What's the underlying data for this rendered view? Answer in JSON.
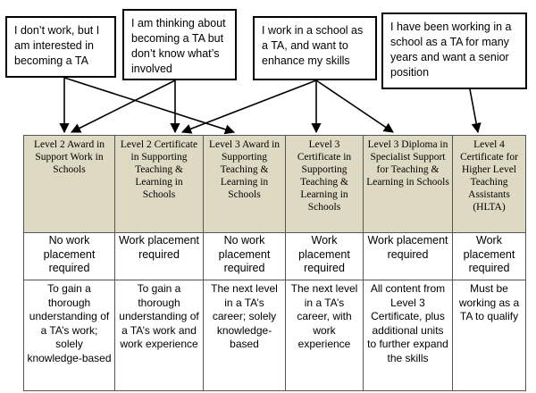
{
  "boxes": [
    {
      "text": "I don’t work, but I am interested in becoming a TA"
    },
    {
      "text": "I am thinking about becoming a TA but don’t know what’s involved"
    },
    {
      "text": "I work in a school as a TA, and want to enhance my skills"
    },
    {
      "text": "I have been working in a school as a TA for many years and want a senior position"
    }
  ],
  "columns": [
    {
      "level": "Level 2 Award in Support Work in Schools",
      "placement": "No work placement required",
      "description": "To gain a thorough understanding of a TA’s work; solely knowledge-based"
    },
    {
      "level": "Level 2 Certificate in Supporting Teaching & Learning in Schools",
      "placement": "Work placement required",
      "description": "To gain a thorough understanding of a TA’s work and work experience"
    },
    {
      "level": "Level 3 Award in Supporting Teaching & Learning in Schools",
      "placement": "No work placement required",
      "description": "The next level in a TA’s career; solely knowledge-based"
    },
    {
      "level": "Level 3 Certificate in Supporting Teaching & Learning in Schools",
      "placement": "Work placement required",
      "description": "The next level in a TA’s career, with work experience"
    },
    {
      "level": "Level 3 Diploma in Specialist Support for Teaching & Learning in Schools",
      "placement": "Work placement required",
      "description": "All content from Level 3 Certificate, plus additional units to further expand the skills"
    },
    {
      "level": "Level 4 Certificate for Higher Level Teaching Assistants (HLTA)",
      "placement": "Work placement required",
      "description": "Must be working as a TA to qualify"
    }
  ],
  "colors": {
    "header_fill": "#ddd9c3",
    "border": "#555555",
    "arrow": "#000000"
  }
}
